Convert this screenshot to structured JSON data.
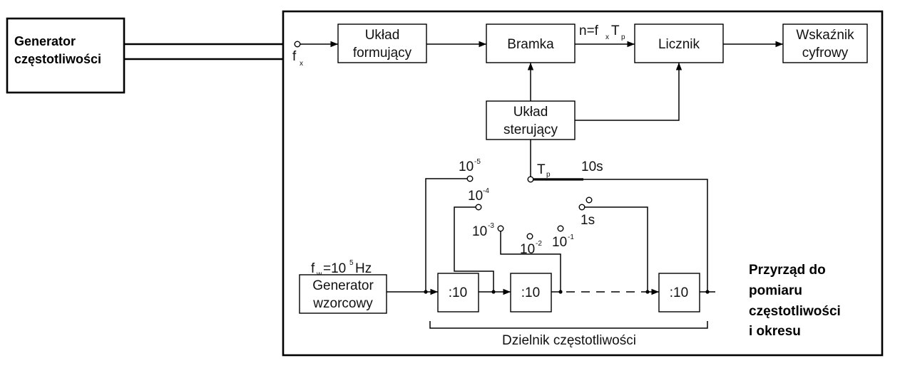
{
  "external_generator": {
    "line1": "Generator",
    "line2": "częstotliwości"
  },
  "input": {
    "f": "f",
    "x": "x"
  },
  "blocks": {
    "uklad_formujacy": {
      "line1": "Układ",
      "line2": "formujący"
    },
    "bramka": "Bramka",
    "licznik": "Licznik",
    "wskaznik": {
      "line1": "Wskaźnik",
      "line2": "cyfrowy"
    },
    "uklad_sterujacy": {
      "line1": "Układ",
      "line2": "sterujący"
    },
    "generator_wzorcowy": {
      "line1": "Generator",
      "line2": "wzorcowy"
    },
    "divider_label": ":10"
  },
  "formula": {
    "n": "n=f",
    "x": "x",
    "T": "T",
    "p": "p"
  },
  "fw": {
    "f": "f",
    "w": "w",
    "eq": "=10",
    "exp": "5",
    "unit": "Hz"
  },
  "switch": {
    "Tp_T": "T",
    "Tp_p": "p",
    "p5_base": "10",
    "p5_exp": "-5",
    "p4_base": "10",
    "p4_exp": "-4",
    "p3_base": "10",
    "p3_exp": "-3",
    "p2_base": "10",
    "p2_exp": "-2",
    "p1_base": "10",
    "p1_exp": "-1",
    "s1": "1s",
    "s10": "10s"
  },
  "divider_caption": "Dzielnik częstotliwości",
  "caption": {
    "line1": "Przyrząd do",
    "line2": "pomiaru",
    "line3": "częstotliwości",
    "line4": "i okresu"
  }
}
